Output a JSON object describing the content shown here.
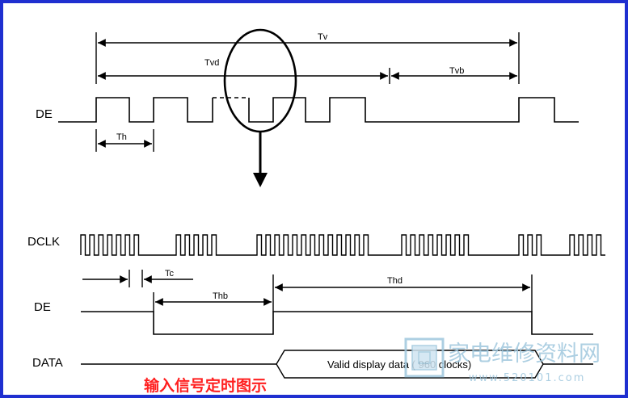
{
  "colors": {
    "frame": "#1f2fd0",
    "line": "#000000",
    "ellipse": "#000000",
    "caption": "#ff2020",
    "watermark": "#9fc7de"
  },
  "top": {
    "label_Tv": "Tv",
    "label_Tvd": "Tvd",
    "label_Tvb": "Tvb",
    "label_Th": "Th",
    "signal_DE": "DE"
  },
  "bottom": {
    "signal_DCLK": "DCLK",
    "signal_DE": "DE",
    "signal_DATA": "DATA",
    "label_Tc": "Tc",
    "label_Thb": "Thb",
    "label_Thd": "Thd",
    "data_text": "Valid display data ( 960 clocks)"
  },
  "caption": "输入信号定时图示",
  "watermark": {
    "site": "家电维修资料网",
    "url": "www.520101.com"
  }
}
